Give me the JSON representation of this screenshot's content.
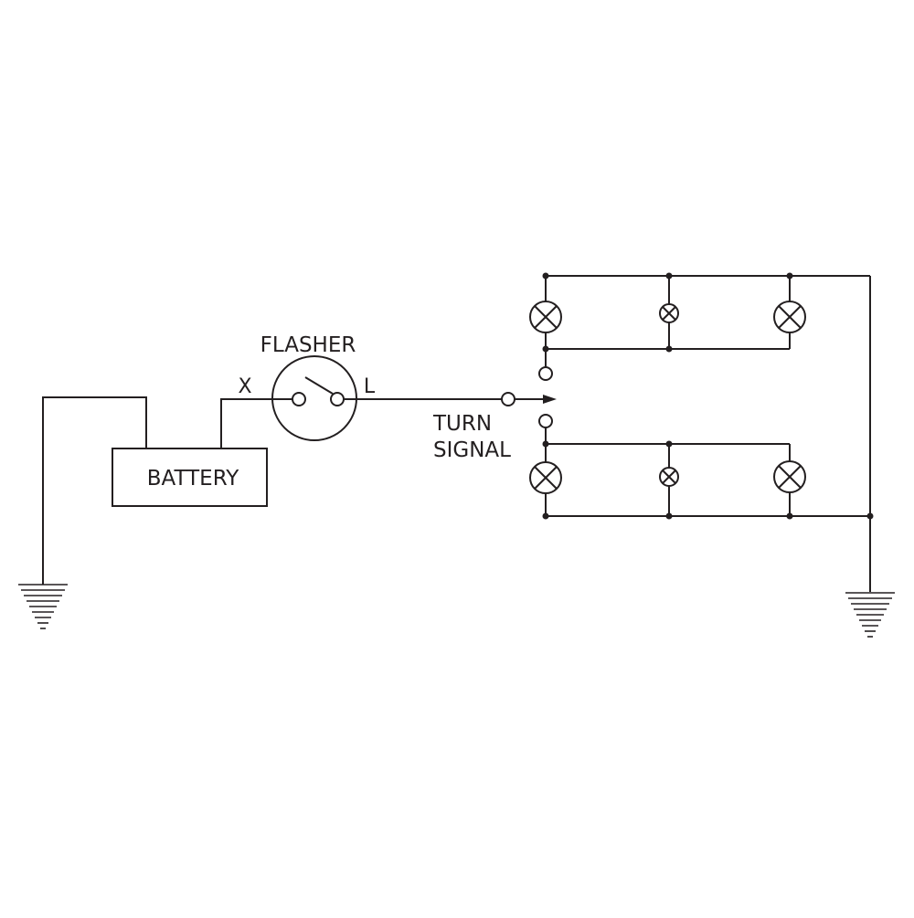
{
  "labels": {
    "battery": "BATTERY",
    "flasher": "FLASHER",
    "terminal_x": "X",
    "terminal_l": "L",
    "turn_signal_line1": "TURN",
    "turn_signal_line2": "SIGNAL"
  },
  "colors": {
    "line": "#231f20",
    "background": "#ffffff"
  }
}
